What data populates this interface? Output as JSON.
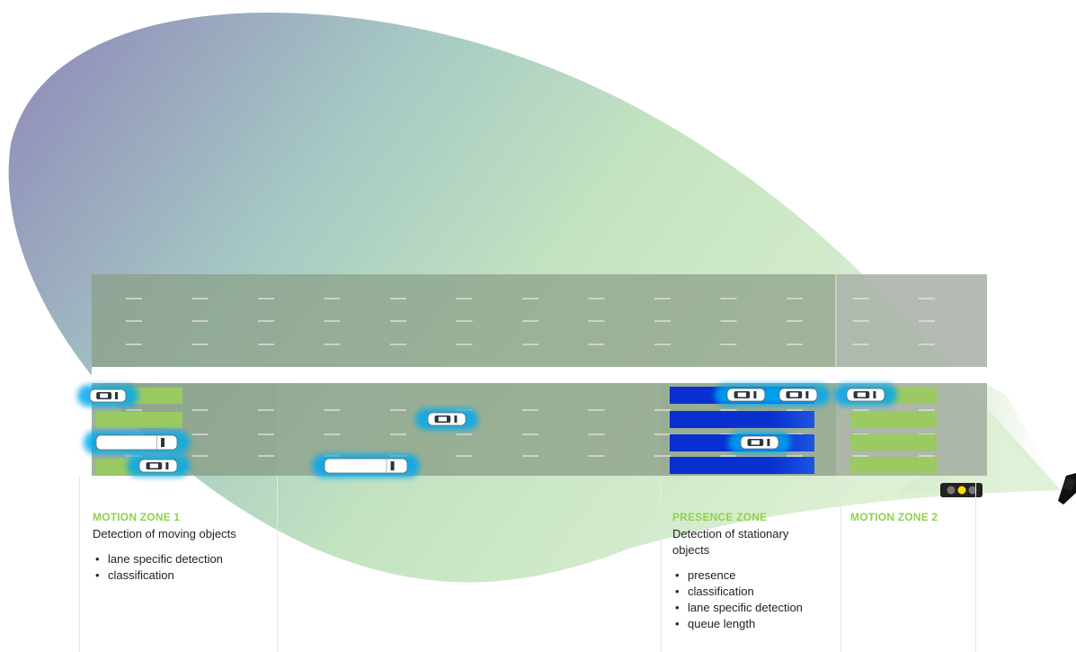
{
  "zones": {
    "motion1": {
      "title": "MOTION ZONE 1",
      "description": "Detection of moving objects",
      "items": [
        "lane specific detection",
        "classification"
      ]
    },
    "presence": {
      "title": "PRESENCE ZONE",
      "description_line1": "Detection of stationary",
      "description_line2": "objects",
      "items": [
        "presence",
        "classification",
        "lane specific detection",
        "queue length"
      ]
    },
    "motion2": {
      "title": "MOTION ZONE 2"
    }
  },
  "colors": {
    "zone_title": "#92d050",
    "motion_zone_fill": "#9bc962",
    "presence_zone_fill": "#0a2fd1",
    "vehicle_glow": "#00a8f0",
    "road": "#8a9e86",
    "traffic_light_active": "#ffdd00"
  },
  "icons": [
    "sensor-icon",
    "traffic-light-icon",
    "car-icon",
    "van-icon"
  ]
}
